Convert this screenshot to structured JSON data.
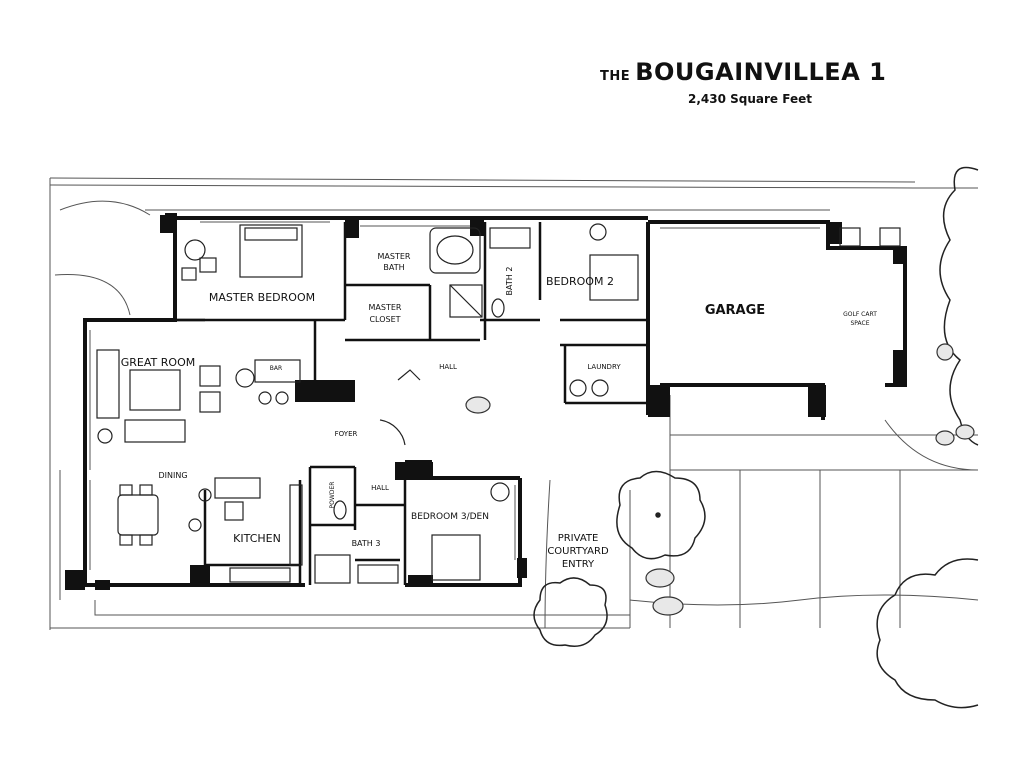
{
  "header": {
    "prefix": "THE",
    "name": "BOUGAINVILLEA 1",
    "area": "2,430 Square Feet"
  },
  "rooms": {
    "master_bedroom": "MASTER BEDROOM",
    "master_bath_1": "MASTER",
    "master_bath_2": "BATH",
    "master_closet_1": "MASTER",
    "master_closet_2": "CLOSET",
    "bath2": "BATH 2",
    "bedroom2": "BEDROOM 2",
    "garage": "GARAGE",
    "golf_cart_1": "GOLF CART",
    "golf_cart_2": "SPACE",
    "great_room": "GREAT ROOM",
    "bar": "BAR",
    "hall_upper": "HALL",
    "laundry": "LAUNDRY",
    "foyer": "FOYER",
    "dining": "DINING",
    "powder": "POWDER",
    "hall_lower": "HALL",
    "bedroom3": "BEDROOM 3/DEN",
    "kitchen": "KITCHEN",
    "bath3": "BATH 3",
    "courtyard_1": "PRIVATE",
    "courtyard_2": "COURTYARD",
    "courtyard_3": "ENTRY"
  }
}
